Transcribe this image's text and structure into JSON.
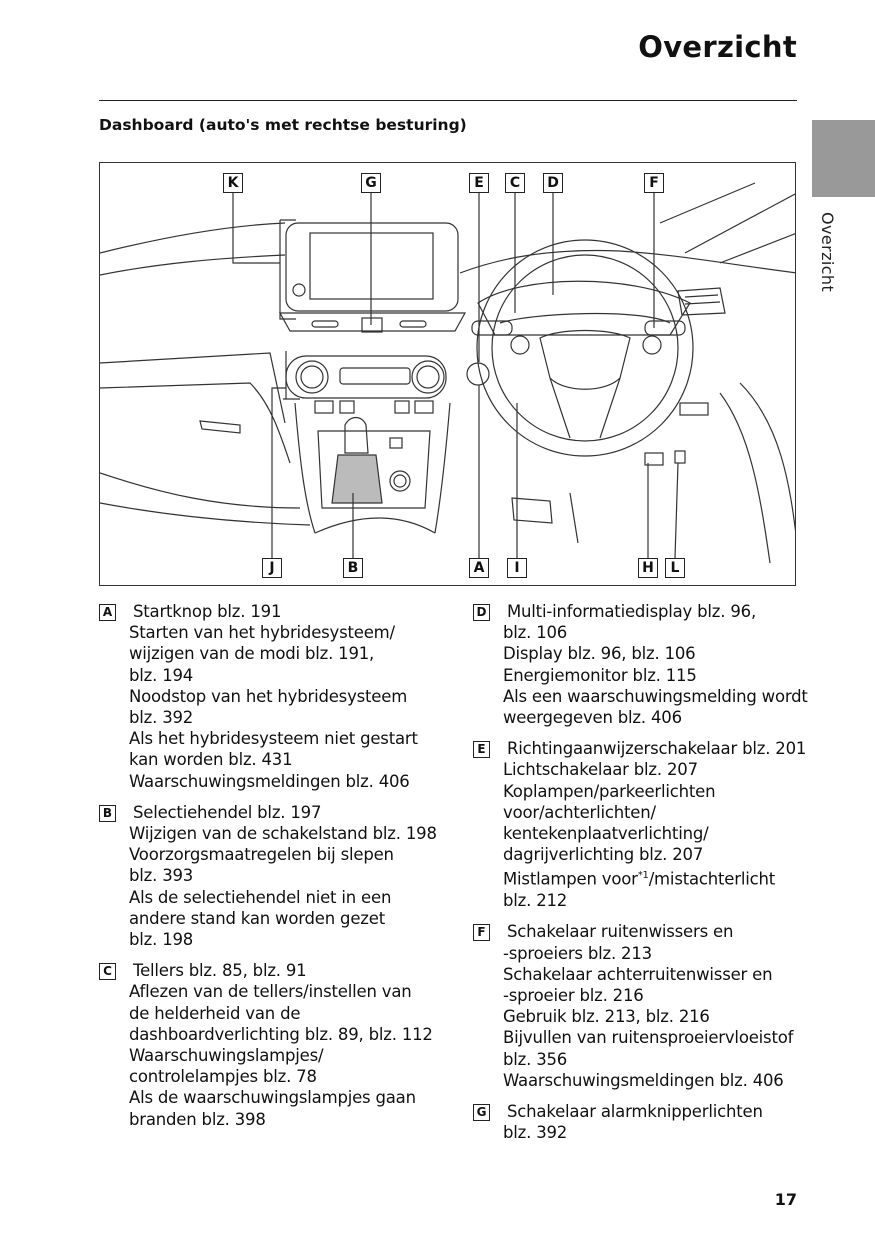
{
  "header": {
    "title": "Overzicht",
    "side_tab_label": "Overzicht"
  },
  "section": {
    "heading": "Dashboard (auto's met rechtse besturing)"
  },
  "diagram": {
    "top_labels": [
      "K",
      "G",
      "E",
      "C",
      "D",
      "F"
    ],
    "bottom_labels": [
      "J",
      "B",
      "A",
      "I",
      "H",
      "L"
    ]
  },
  "entries_left": [
    {
      "key": "A",
      "lines": [
        "Startknop blz. 191",
        "Starten van het hybridesysteem/",
        "wijzigen van de modi blz. 191,",
        "blz. 194",
        "Noodstop van het hybridesysteem",
        "blz. 392",
        "Als het hybridesysteem niet gestart",
        "kan worden blz. 431",
        "Waarschuwingsmeldingen blz. 406"
      ]
    },
    {
      "key": "B",
      "lines": [
        "Selectiehendel blz. 197",
        "Wijzigen van de schakelstand blz. 198",
        "Voorzorgsmaatregelen bij slepen",
        "blz. 393",
        "Als de selectiehendel niet in een",
        "andere stand kan worden gezet",
        "blz. 198"
      ]
    },
    {
      "key": "C",
      "lines": [
        "Tellers blz. 85, blz. 91",
        "Aflezen van de tellers/instellen van",
        "de helderheid van de",
        "dashboardverlichting blz. 89, blz. 112",
        "Waarschuwingslampjes/",
        "controlelampjes blz. 78",
        "Als de waarschuwingslampjes gaan",
        "branden blz. 398"
      ]
    }
  ],
  "entries_right": [
    {
      "key": "D",
      "lines": [
        "Multi-informatiedisplay blz. 96,",
        "blz. 106",
        "Display blz. 96, blz. 106",
        "Energiemonitor blz. 115",
        "Als een waarschuwingsmelding wordt",
        "weergegeven blz. 406"
      ]
    },
    {
      "key": "E",
      "lines": [
        "Richtingaanwijzerschakelaar blz. 201",
        "Lichtschakelaar blz. 207",
        "Koplampen/parkeerlichten",
        "voor/achterlichten/",
        "kentekenplaatverlichting/",
        "dagrijverlichting blz. 207",
        "Mistlampen voor*1/mistachterlicht",
        "blz. 212"
      ]
    },
    {
      "key": "F",
      "lines": [
        "Schakelaar ruitenwissers en",
        "-sproeiers blz. 213",
        "Schakelaar achterruitenwisser en",
        "-sproeier blz. 216",
        "Gebruik blz. 213, blz. 216",
        "Bijvullen van ruitensproeiervloeistof",
        "blz. 356",
        "Waarschuwingsmeldingen blz. 406"
      ]
    },
    {
      "key": "G",
      "lines": [
        "Schakelaar alarmknipperlichten",
        "blz. 392"
      ]
    }
  ],
  "footer": {
    "page_number": "17"
  }
}
